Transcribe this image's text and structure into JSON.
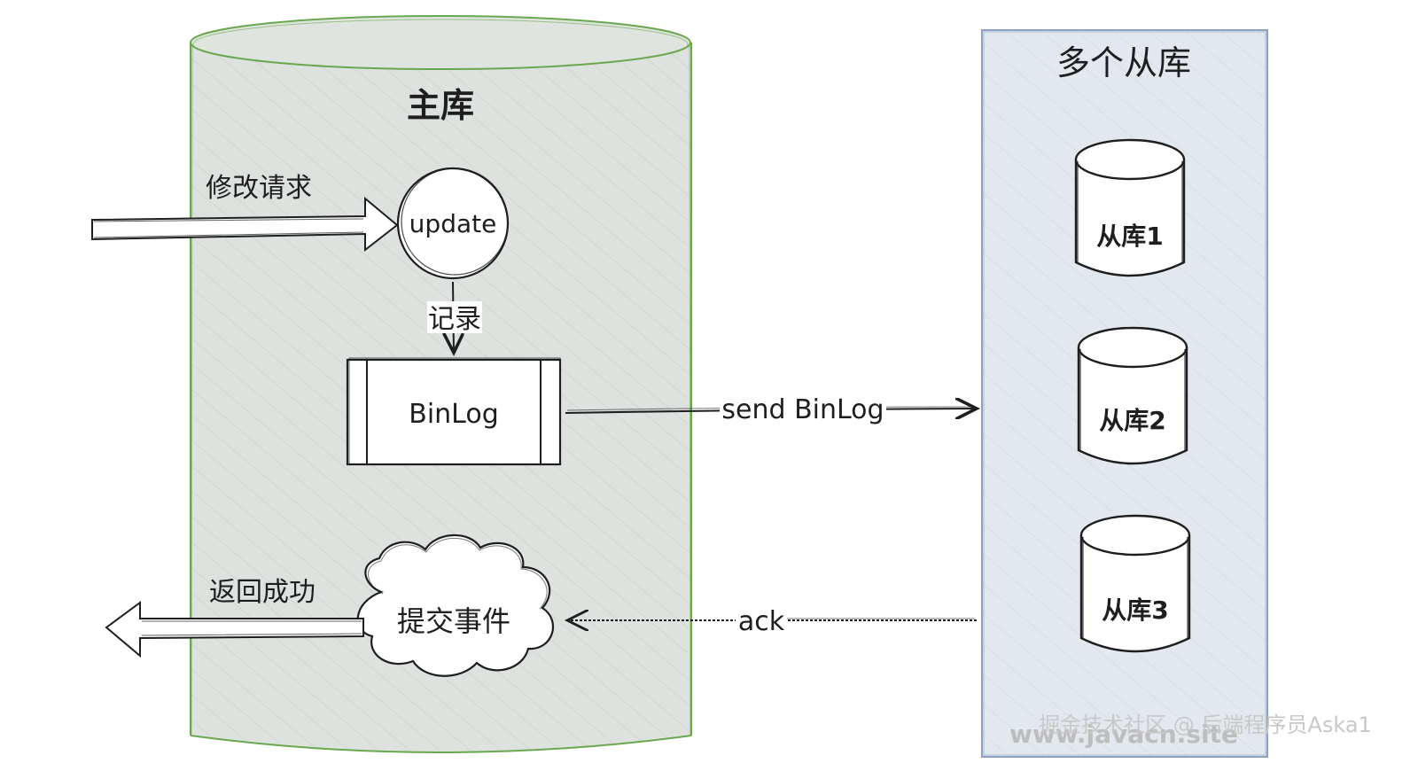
{
  "master": {
    "title": "主库",
    "update_label": "update",
    "record_label": "记录",
    "binlog_label": "BinLog",
    "commit_label": "提交事件"
  },
  "flows": {
    "request_label": "修改请求",
    "return_label": "返回成功",
    "send_label": "send BinLog",
    "ack_label": "ack"
  },
  "slaves": {
    "title": "多个从库",
    "items": [
      {
        "label": "从库1"
      },
      {
        "label": "从库2"
      },
      {
        "label": "从库3"
      }
    ]
  },
  "watermarks": {
    "primary": "掘金技术社区 @ 后端程序员Aska1",
    "secondary": "www.javacn.site"
  },
  "colors": {
    "master_fill": "#dde2de",
    "master_stroke": "#6aa84f",
    "slave_panel_fill": "#e3e8ef",
    "slave_panel_stroke": "#8aa0c4",
    "ink": "#1e1e1e"
  }
}
